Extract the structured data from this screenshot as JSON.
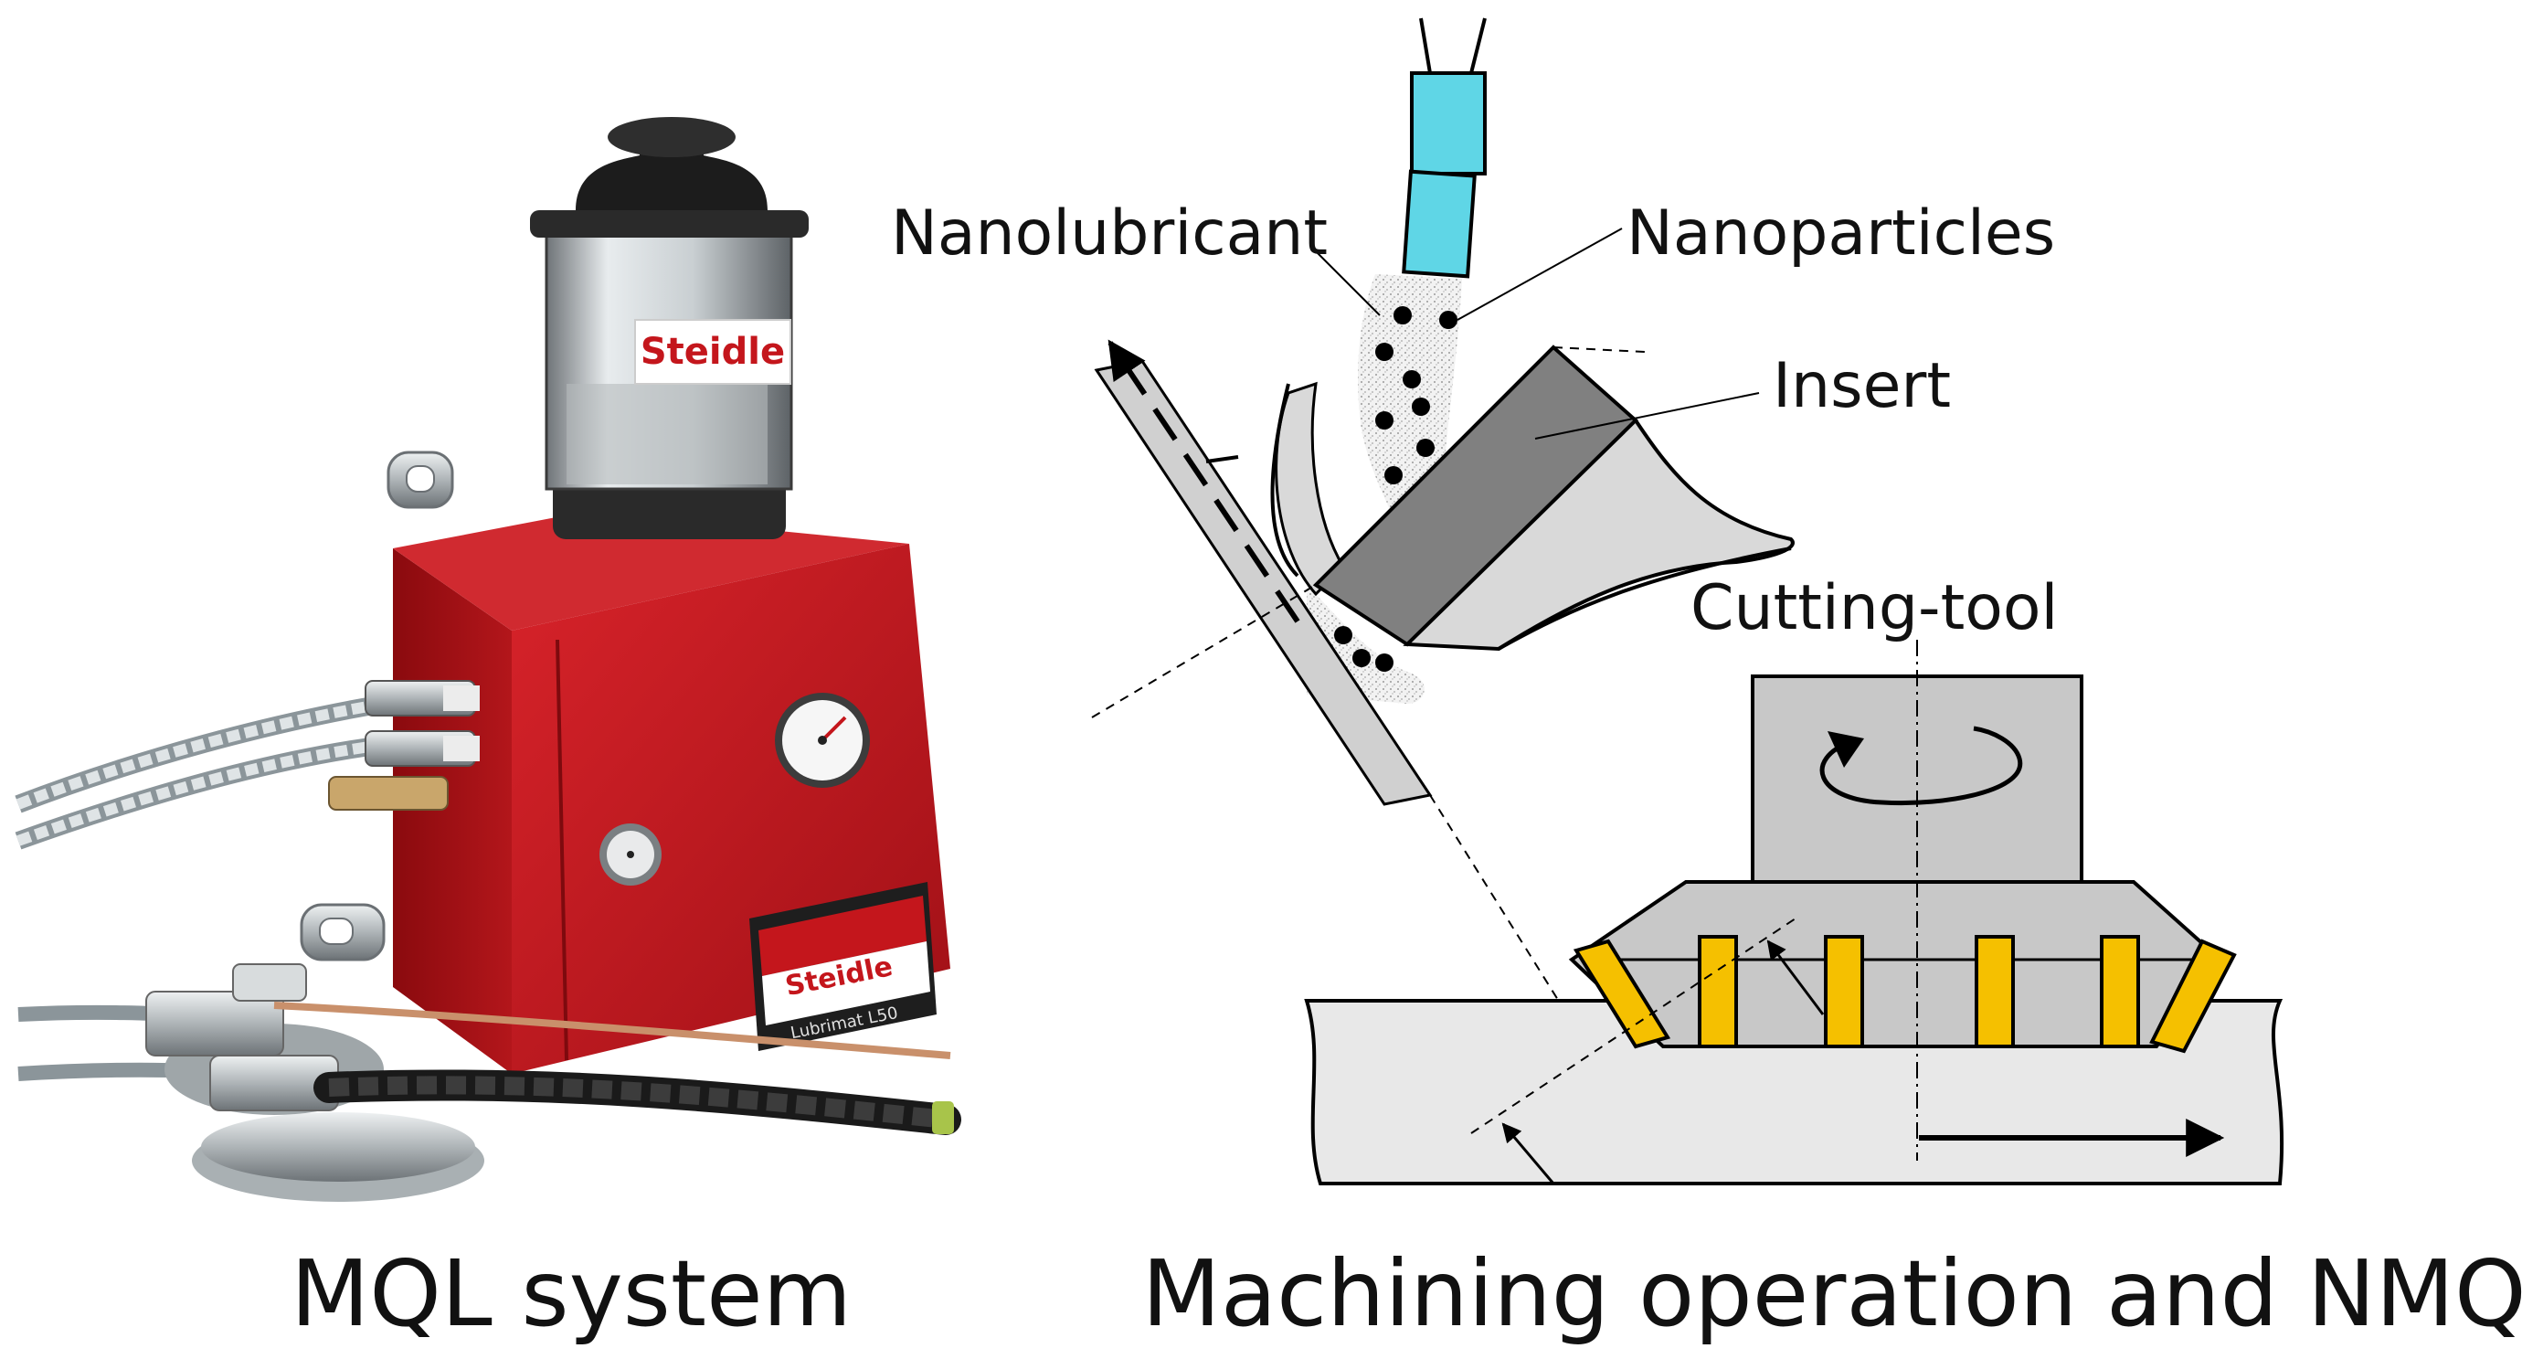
{
  "photo": {
    "brand_lid": "Steidle",
    "brand_plate": "Steidle",
    "model_plate": "Lubrimat L50",
    "colors": {
      "housing": "#c4161c",
      "housing_dark": "#8e0c10",
      "reservoir_cap": "#1c1c1c",
      "hose": "#b9c2c6"
    }
  },
  "diagram": {
    "labels": {
      "nanolubricant": "Nanolubricant",
      "nanoparticles": "Nanoparticles",
      "insert": "Insert",
      "cutting_tool": "Cutting-tool"
    },
    "colors": {
      "nozzle": "#5fd6e6",
      "insert_blade": "#808080",
      "tool_body": "#c8c8c8",
      "workpiece": "#e8e8e8",
      "inserts": "#f5c000",
      "mist": "#d9d9d9"
    }
  },
  "captions": {
    "left": "MQL system",
    "right": "Machining operation and NMQL"
  }
}
